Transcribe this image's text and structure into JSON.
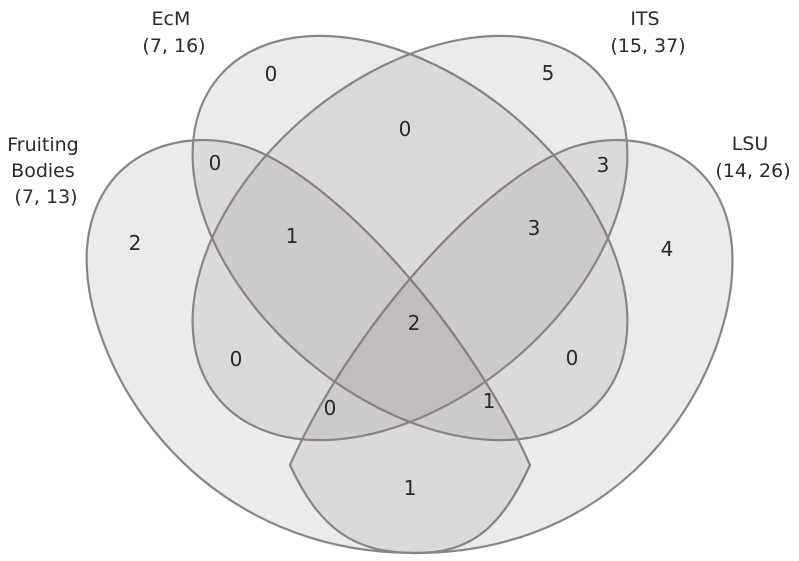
{
  "diagram": {
    "type": "venn-4-set",
    "fill_color": "#8c8585",
    "stroke_color": "#8a8585",
    "sets": [
      {
        "id": "ecm",
        "label_lines": [
          "EcM",
          "(7, 16)"
        ]
      },
      {
        "id": "its",
        "label_lines": [
          "ITS",
          "(15, 37)"
        ]
      },
      {
        "id": "fruiting",
        "label_lines": [
          "Fruiting",
          "Bodies",
          "(7, 13)"
        ]
      },
      {
        "id": "lsu",
        "label_lines": [
          "LSU",
          "(14, 26)"
        ]
      }
    ],
    "regions": [
      {
        "sets": [
          "ecm"
        ],
        "count": "0"
      },
      {
        "sets": [
          "its"
        ],
        "count": "5"
      },
      {
        "sets": [
          "ecm",
          "its"
        ],
        "count": "0"
      },
      {
        "sets": [
          "fruiting",
          "ecm"
        ],
        "count": "0"
      },
      {
        "sets": [
          "its",
          "lsu"
        ],
        "count": "3"
      },
      {
        "sets": [
          "fruiting"
        ],
        "count": "2"
      },
      {
        "sets": [
          "fruiting",
          "ecm",
          "its"
        ],
        "count": "1"
      },
      {
        "sets": [
          "ecm",
          "its",
          "lsu"
        ],
        "count": "3"
      },
      {
        "sets": [
          "lsu"
        ],
        "count": "4"
      },
      {
        "sets": [
          "fruiting",
          "ecm",
          "its",
          "lsu"
        ],
        "count": "2"
      },
      {
        "sets": [
          "fruiting",
          "its"
        ],
        "count": "0"
      },
      {
        "sets": [
          "ecm",
          "lsu"
        ],
        "count": "0"
      },
      {
        "sets": [
          "fruiting",
          "its",
          "lsu"
        ],
        "count": "0"
      },
      {
        "sets": [
          "fruiting",
          "ecm",
          "lsu"
        ],
        "count": "1"
      },
      {
        "sets": [
          "fruiting",
          "lsu"
        ],
        "count": "1"
      }
    ]
  }
}
